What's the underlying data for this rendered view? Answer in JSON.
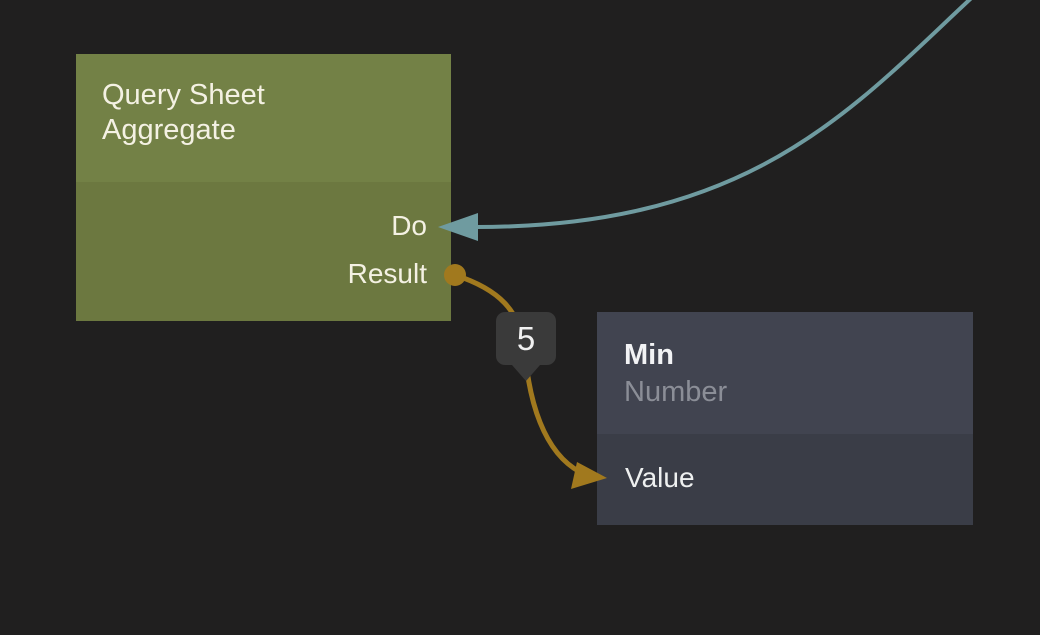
{
  "canvas": {
    "background_color": "#201f1f",
    "type": "node-graph-editor"
  },
  "nodes": [
    {
      "id": "query-sheet-aggregate",
      "title": "Query Sheet Aggregate",
      "header_color": "#738146",
      "body_color": "#6c7840",
      "text_color": "#f4f1e3",
      "ports": [
        {
          "label": "Do",
          "side": "right",
          "connector": "arrow",
          "wire_color": "#6f9ba0"
        },
        {
          "label": "Result",
          "side": "right",
          "connector": "dot",
          "wire_color": "#a1791e"
        }
      ]
    },
    {
      "id": "min",
      "title": "Min",
      "subtitle": "Number",
      "header_color": "#414450",
      "body_color": "#3a3d47",
      "title_color": "#f2f3f5",
      "subtitle_color": "#8b8e97",
      "ports": [
        {
          "label": "Value",
          "side": "left",
          "connector": "arrow",
          "wire_color": "#a1791e"
        }
      ]
    }
  ],
  "wires": [
    {
      "id": "exec-wire",
      "color": "#6f9ba0",
      "from": "offscreen-top-right",
      "to_node": "Query Sheet Aggregate",
      "to_port": "Do"
    },
    {
      "id": "result-wire",
      "color": "#a1791e",
      "from_node": "Query Sheet Aggregate",
      "from_port": "Result",
      "to_node": "Min",
      "to_port": "Value",
      "value_label": {
        "text": "5",
        "background_color": "#3a3a3a",
        "text_color": "#f1f1f1"
      }
    }
  ]
}
